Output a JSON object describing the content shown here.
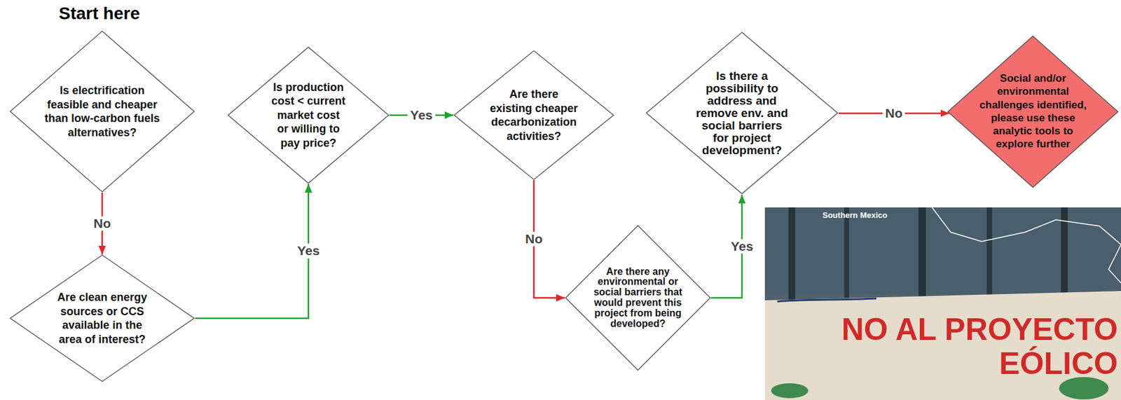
{
  "diagram": {
    "title": "Start here",
    "nodes": [
      {
        "text": [
          "Is electrification feasible and cheaper than low-carbon fuels alternatives?"
        ]
      },
      {
        "text": [
          "Are clean energy sources or CCS available in the area of interest?"
        ]
      },
      {
        "text": [
          "Is production cost < current market cost or willing to pay price?"
        ]
      },
      {
        "text": [
          "Are there existing cheaper decarbonization activities?"
        ]
      },
      {
        "text": [
          "Are there any environmental or social barriers that would prevent this project from being developed?"
        ]
      },
      {
        "text": [
          "Is there a possibility to address and remove env. and social barriers for project development?"
        ]
      },
      {
        "text": [
          "Social and/or environmental challenges identified, please use these analytic tools to explore further"
        ]
      }
    ],
    "edges": [
      {
        "from": 0,
        "to": 1,
        "label": "No",
        "arrow": "to"
      },
      {
        "from": 1,
        "to": 2,
        "label": "Yes",
        "arrow": "to"
      },
      {
        "from": 2,
        "to": 3,
        "label": "Yes",
        "arrow": "to"
      },
      {
        "from": 3,
        "to": 4,
        "label": "No",
        "arrow": "to"
      },
      {
        "from": 4,
        "to": 5,
        "label": "Yes",
        "arrow": "to"
      },
      {
        "from": 5,
        "to": 6,
        "label": "No",
        "arrow": "to"
      }
    ],
    "labels": [
      "Southern Mexico",
      "NO AL PROYECTO EÓLICO"
    ]
  }
}
